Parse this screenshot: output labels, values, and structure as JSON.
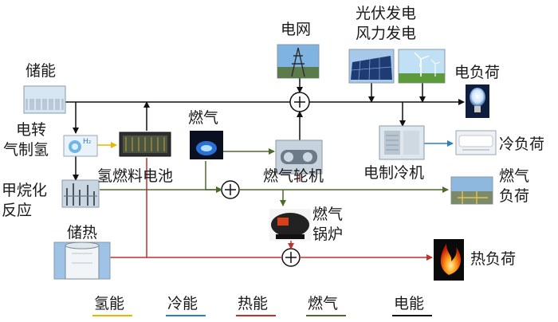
{
  "nodes": {
    "grid": "电网",
    "pv_wind": [
      "光伏发电",
      "风力发电"
    ],
    "storage": "储能",
    "elec_load": "电负荷",
    "p2h": [
      "电转",
      "气制氢"
    ],
    "gas": "燃气",
    "fuel_cell": "氢燃料电池",
    "turbine": "燃气轮机",
    "chiller": "电制冷机",
    "cool_load": "冷负荷",
    "methanation": [
      "甲烷化",
      "反应"
    ],
    "gas_load": [
      "燃气",
      "负荷"
    ],
    "boiler": [
      "燃气",
      "锅炉"
    ],
    "heat_storage": "储热",
    "heat_load": "热负荷",
    "h2_tag": "H₂"
  },
  "legend": [
    {
      "label": "氢能",
      "color": "#f0b400"
    },
    {
      "label": "冷能",
      "color": "#2a7fc8"
    },
    {
      "label": "热能",
      "color": "#c0312b"
    },
    {
      "label": "燃气",
      "color": "#4f6b2a"
    },
    {
      "label": "电能",
      "color": "#111111"
    }
  ]
}
